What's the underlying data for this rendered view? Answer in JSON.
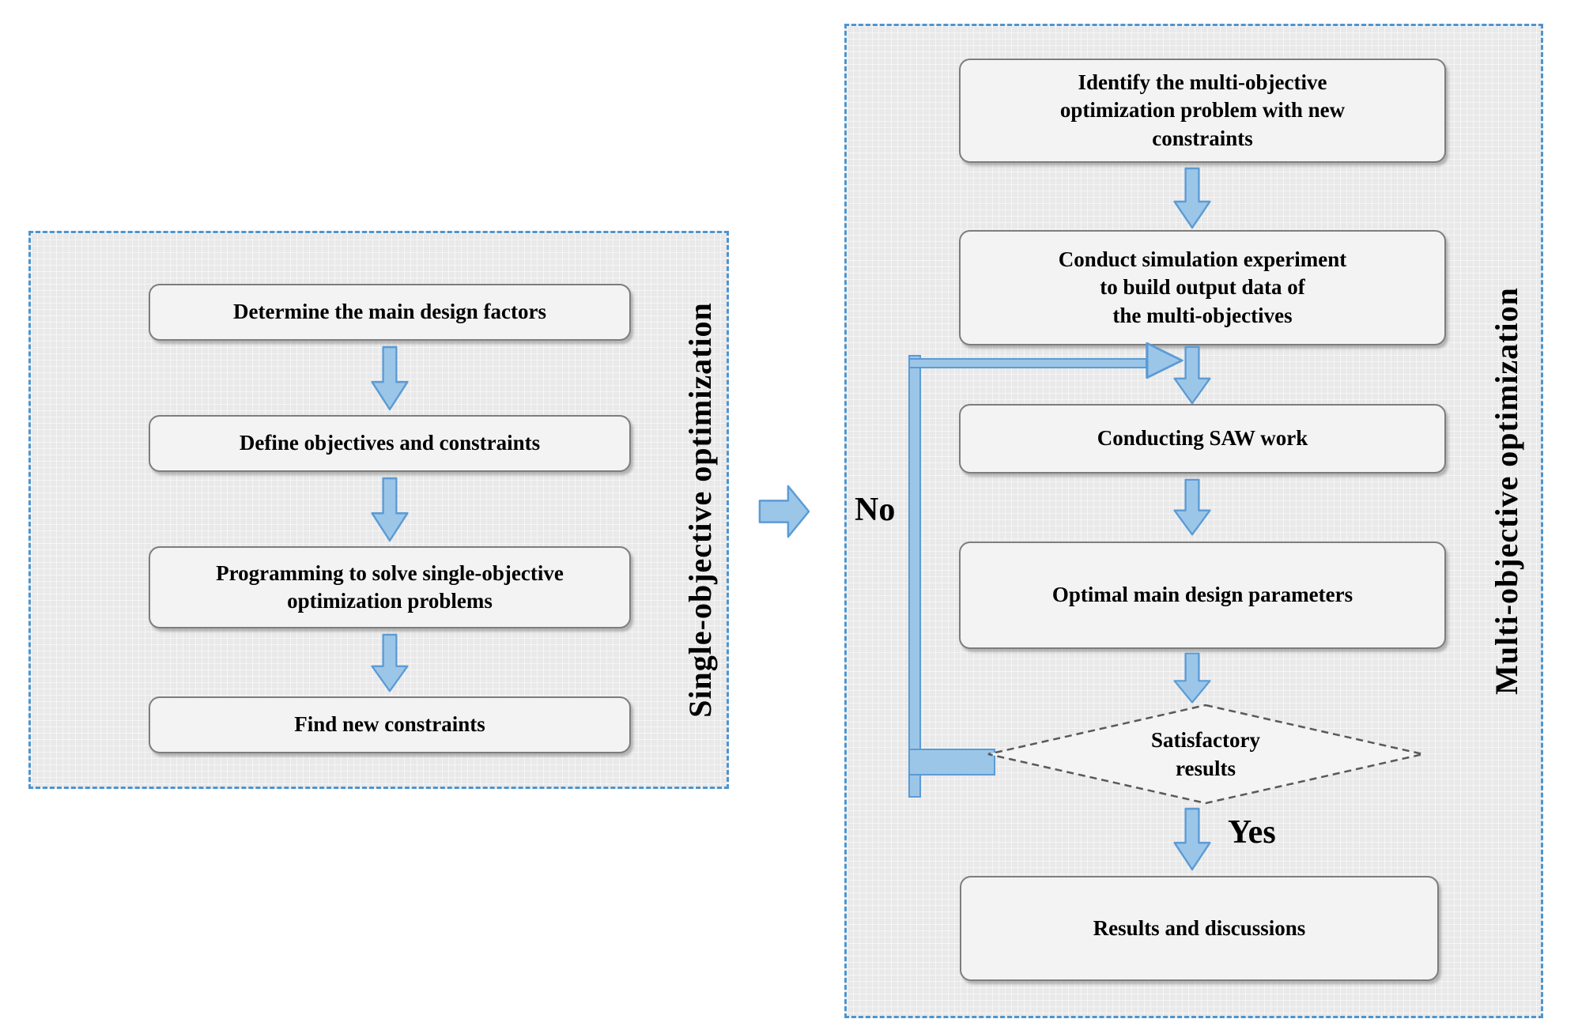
{
  "diagram_type": "flowchart",
  "colors": {
    "accent_blue": "#5b9bd5",
    "arrow_fill": "#9cc6e8",
    "panel_border": "#4d95d0",
    "panel_bg": "#e9e9e9",
    "box_fill": "#f3f3f3",
    "box_border": "#7d7d7d",
    "diamond_border": "#595959",
    "ink": "#000000"
  },
  "left_panel": {
    "label": "Single-objective optimization",
    "steps": [
      "Determine the main design factors",
      "Define objectives and constraints",
      "Programming to solve single-objective\noptimization problems",
      "Find new constraints"
    ]
  },
  "right_panel": {
    "label": "Multi-objective optimization",
    "steps": [
      "Identify the multi-objective\noptimization problem with new\nconstraints",
      "Conduct simulation experiment\nto build output data of\nthe multi-objectives",
      "Conducting SAW work",
      "Optimal main design parameters"
    ],
    "decision": "Satisfactory\nresults",
    "final_step": "Results and discussions",
    "no_label": "No",
    "yes_label": "Yes"
  }
}
